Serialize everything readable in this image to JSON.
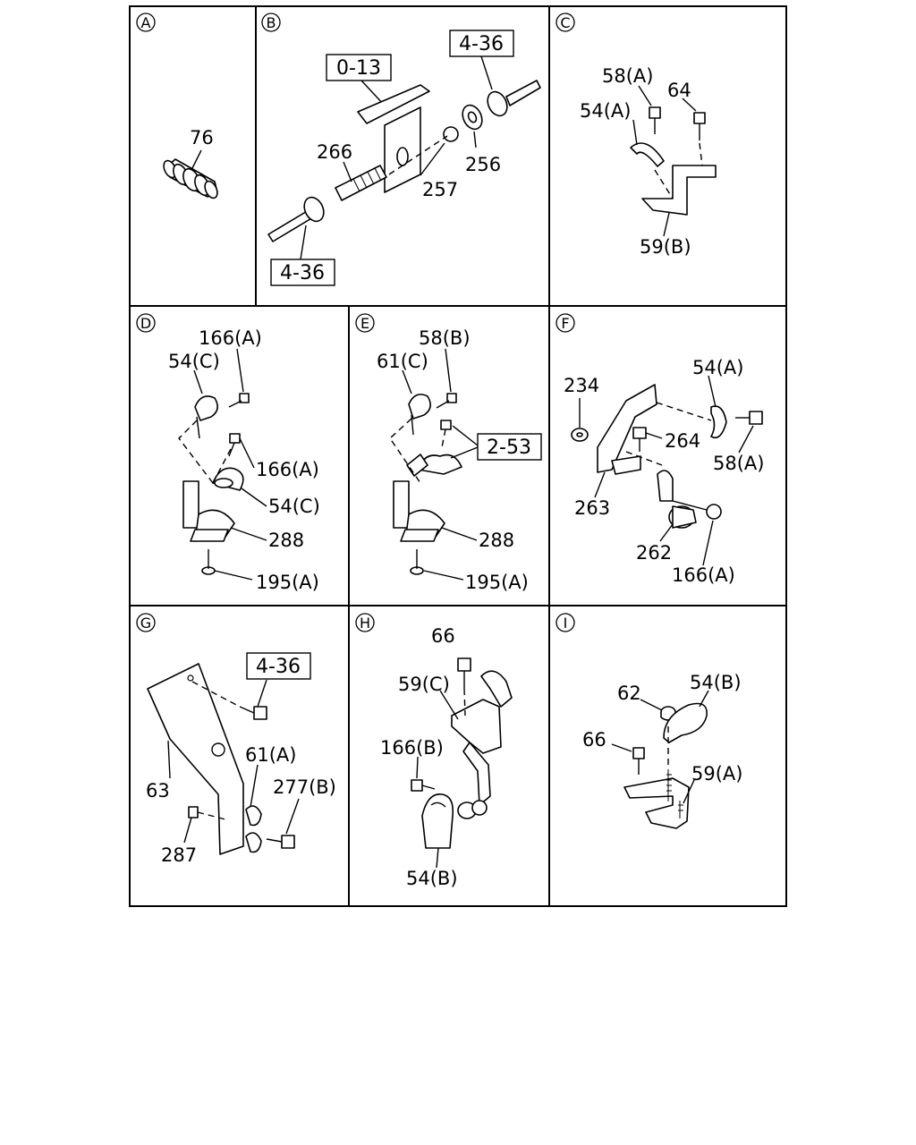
{
  "panels": {
    "A": {
      "tag": "A",
      "labels": {
        "p76": "76"
      }
    },
    "B": {
      "tag": "B",
      "labels": {
        "p266": "266",
        "p257": "257",
        "p256": "256"
      },
      "refs": {
        "r013": "0-13",
        "r436top": "4-36",
        "r436bottom": "4-36"
      }
    },
    "C": {
      "tag": "C",
      "labels": {
        "p58a": "58(A)",
        "p64": "64",
        "p54a": "54(A)",
        "p59b": "59(B)"
      }
    },
    "D": {
      "tag": "D",
      "labels": {
        "p166a_top": "166(A)",
        "p54c_top": "54(C)",
        "p166a_mid": "166(A)",
        "p54c_mid": "54(C)",
        "p288": "288",
        "p195a": "195(A)"
      }
    },
    "E": {
      "tag": "E",
      "labels": {
        "p58b": "58(B)",
        "p61c": "61(C)",
        "p288": "288",
        "p195a": "195(A)"
      },
      "refs": {
        "r253": "2-53"
      }
    },
    "F": {
      "tag": "F",
      "labels": {
        "p234": "234",
        "p54a": "54(A)",
        "p264": "264",
        "p58a": "58(A)",
        "p263": "263",
        "p262": "262",
        "p166a": "166(A)"
      }
    },
    "G": {
      "tag": "G",
      "labels": {
        "p63": "63",
        "p61a": "61(A)",
        "p277b": "277(B)",
        "p287": "287"
      },
      "refs": {
        "r436": "4-36"
      }
    },
    "H": {
      "tag": "H",
      "labels": {
        "p66": "66",
        "p59c": "59(C)",
        "p166b": "166(B)",
        "p54b": "54(B)"
      }
    },
    "I": {
      "tag": "I",
      "labels": {
        "p62": "62",
        "p54b": "54(B)",
        "p66": "66",
        "p59a": "59(A)"
      }
    }
  }
}
